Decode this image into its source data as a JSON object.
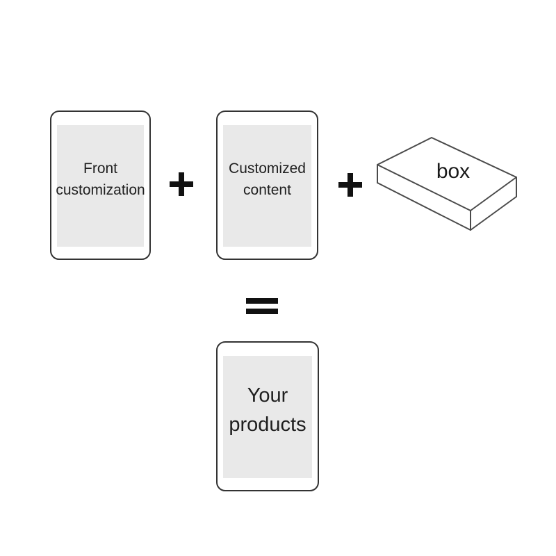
{
  "diagram": {
    "title_implicit": "product customization formula",
    "panels": {
      "front": {
        "line1": "Front",
        "line2": "customization"
      },
      "customized": {
        "line1": "Customized",
        "line2": "content"
      },
      "products": {
        "line1": "Your",
        "line2": "products"
      }
    },
    "box": {
      "label": "box"
    },
    "operators": {
      "plus_left": "+",
      "plus_right": "+",
      "equals": "="
    },
    "colors": {
      "background": "#ffffff",
      "panel_fill": "#e9e9e9",
      "panel_border": "#333333",
      "text": "#1f1f1f",
      "box_line": "#4a4a4a",
      "operator": "#111111"
    }
  }
}
